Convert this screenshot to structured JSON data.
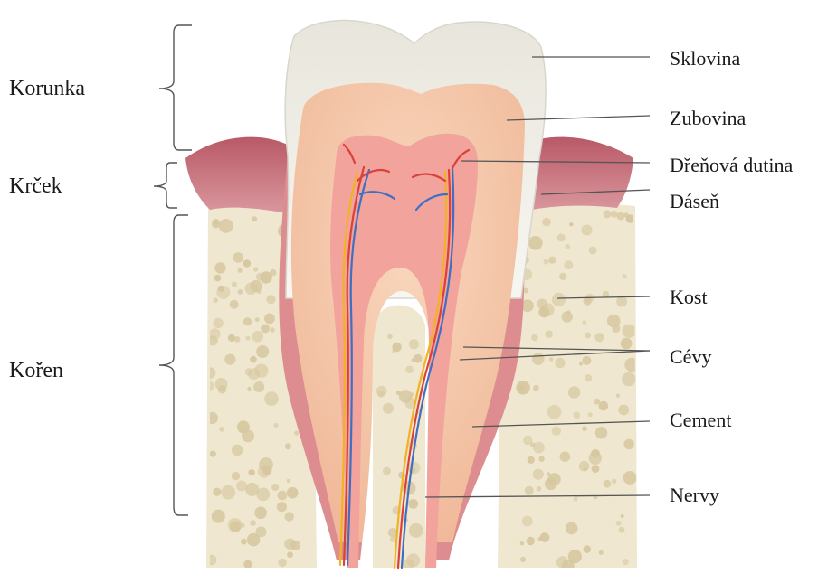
{
  "regions": {
    "crown": "Korunka",
    "neck": "Krček",
    "root": "Kořen"
  },
  "parts": {
    "enamel": "Sklovina",
    "dentin": "Zubovina",
    "pulp_cavity": "Dřeňová dutina",
    "gum": "Dáseň",
    "bone": "Kost",
    "vessels": "Cévy",
    "cementum": "Cement",
    "nerves": "Nervy"
  },
  "colors": {
    "enamel": "#f1f0ea",
    "dentin": "#f6c7a6",
    "pulp": "#f2a49c",
    "gum": "#c9727c",
    "bone": "#efe7cf",
    "bone_spots": "#d6c79f",
    "cementum": "#dd8d8f",
    "vessel_red": "#d9413a",
    "vessel_blue": "#3f6fc2",
    "nerve_yellow": "#f3b21f",
    "line": "#555555"
  }
}
